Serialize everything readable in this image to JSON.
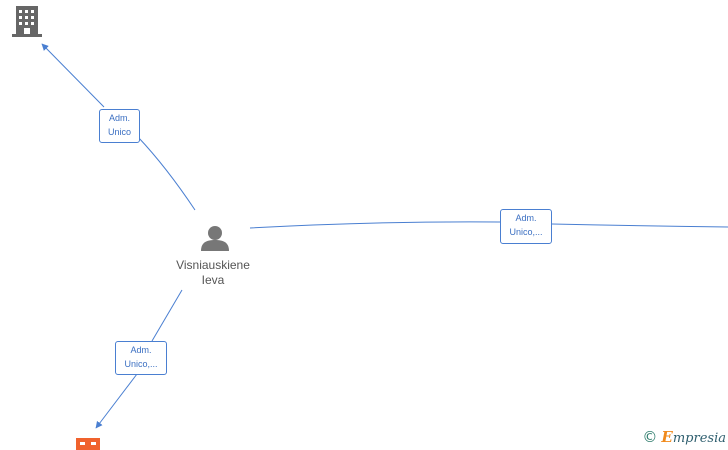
{
  "nodes": {
    "person": {
      "name_line1": "Visniauskiene",
      "name_line2": "Ieva",
      "icon": "person-icon"
    },
    "company_top": {
      "icon": "building-icon",
      "color": "#666666"
    },
    "company_bottom": {
      "icon": "building-icon",
      "color": "#f0622d"
    }
  },
  "edges": {
    "top": {
      "line1": "Adm.",
      "line2": "Unico"
    },
    "right": {
      "line1": "Adm.",
      "line2": "Unico,..."
    },
    "bottom": {
      "line1": "Adm.",
      "line2": "Unico,..."
    }
  },
  "footer": {
    "copyright_symbol": "©",
    "brand_initial": "E",
    "brand_rest": "mpresia"
  },
  "colors": {
    "edge": "#4a7fd1",
    "person": "#777777"
  }
}
